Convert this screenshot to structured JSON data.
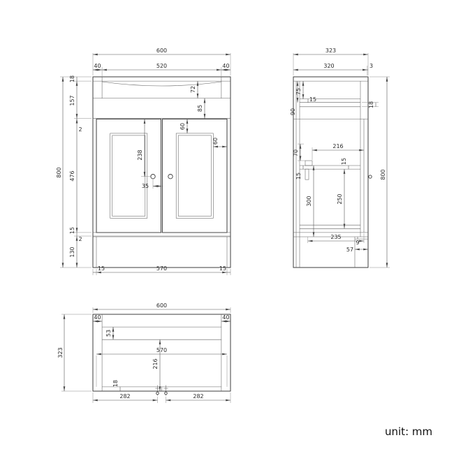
{
  "unit_label": "unit: mm",
  "front": {
    "width_total": "600",
    "top_left": "40",
    "top_center": "520",
    "top_right": "40",
    "height_total": "800",
    "h18": "18",
    "h157": "157",
    "h2a": "2",
    "h476": "476",
    "h15": "15",
    "h2b": "2",
    "h130": "130",
    "d72": "72",
    "d85": "85",
    "d60a": "60",
    "d60b": "60",
    "d238": "238",
    "d35": "35",
    "b15l": "15",
    "b570": "570",
    "b15r": "15"
  },
  "side": {
    "depth_total": "323",
    "body_depth": "320",
    "back_gap": "3",
    "height_total": "800",
    "d18": "18",
    "d75": "75",
    "d15a": "15",
    "d90": "90",
    "d70": "70",
    "d15b": "15",
    "d300": "300",
    "d216": "216",
    "d15c": "15",
    "d250": "250",
    "d235": "235",
    "d9": "9",
    "d57": "57"
  },
  "plan": {
    "width_total": "600",
    "left40": "40",
    "right40": "40",
    "depth_total": "323",
    "d53": "53",
    "d570": "570",
    "d216": "216",
    "d18": "18",
    "left282": "282",
    "right282": "282"
  }
}
